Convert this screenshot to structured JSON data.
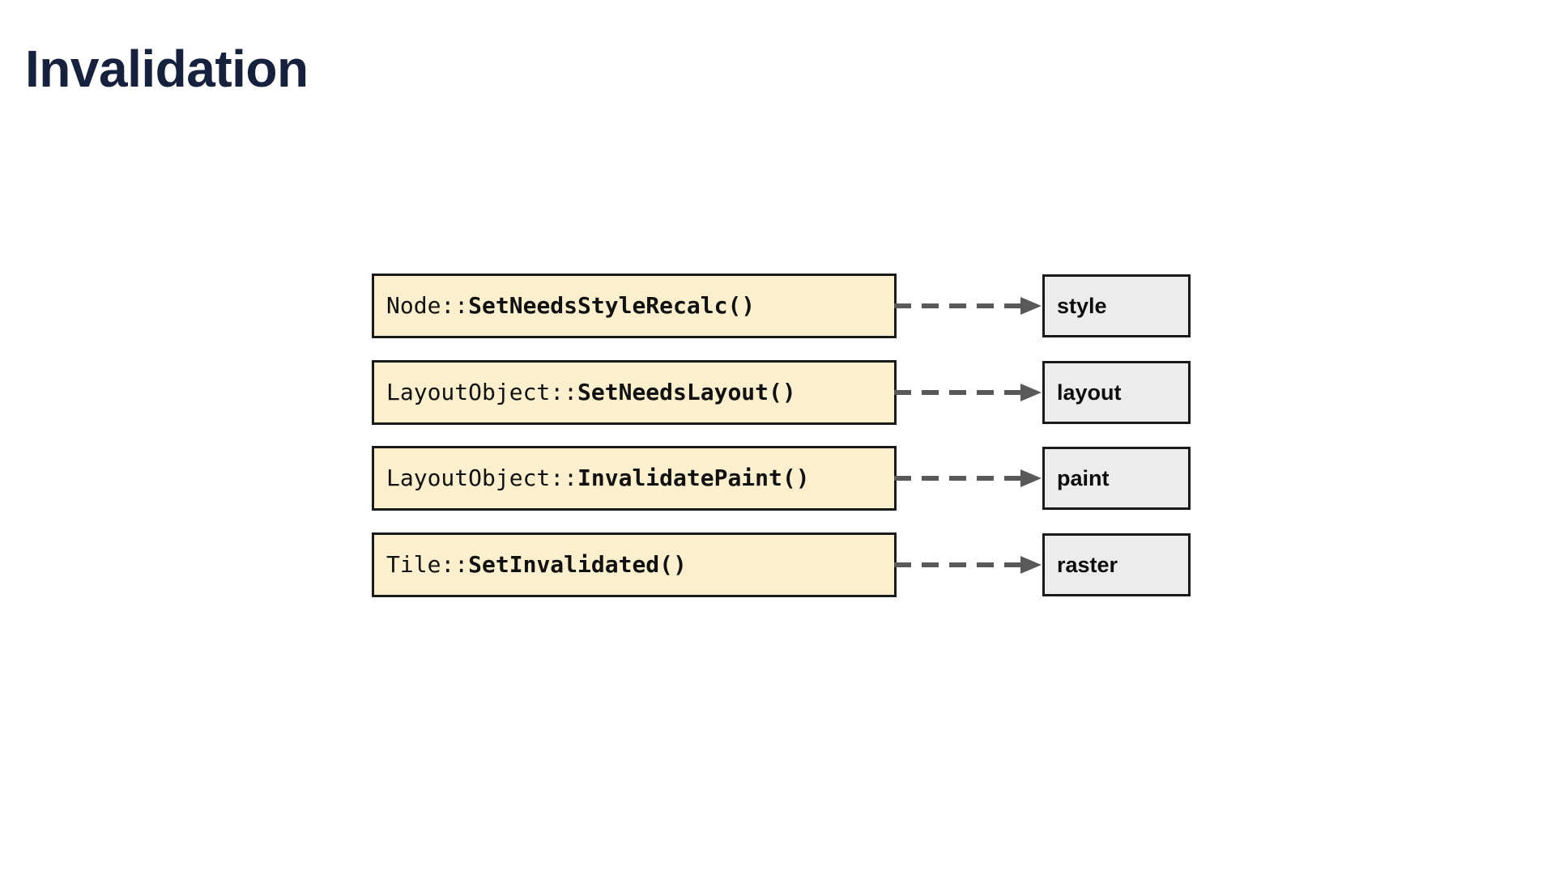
{
  "slide": {
    "title": "Invalidation",
    "background_color": "#ffffff",
    "title_color": "#16213e"
  },
  "colors": {
    "api_box_fill": "#fbefcd",
    "api_box_border": "#1a1a1a",
    "stage_box_fill": "#ececec",
    "stage_box_border": "#1a1a1a",
    "arrow_color": "#595959",
    "text_color": "#111111"
  },
  "diagram": {
    "type": "flow",
    "arrow_style": "dashed",
    "rows": [
      {
        "api_prefix": "Node::",
        "api_method": "SetNeedsStyleRecalc()",
        "api_full": "Node::SetNeedsStyleRecalc()",
        "stage": "style"
      },
      {
        "api_prefix": "LayoutObject::",
        "api_method": "SetNeedsLayout()",
        "api_full": "LayoutObject::SetNeedsLayout()",
        "stage": "layout"
      },
      {
        "api_prefix": "LayoutObject::",
        "api_method": "InvalidatePaint()",
        "api_full": "LayoutObject::InvalidatePaint()",
        "stage": "paint"
      },
      {
        "api_prefix": "Tile::",
        "api_method": "SetInvalidated()",
        "api_full": "Tile::SetInvalidated()",
        "stage": "raster"
      }
    ]
  }
}
